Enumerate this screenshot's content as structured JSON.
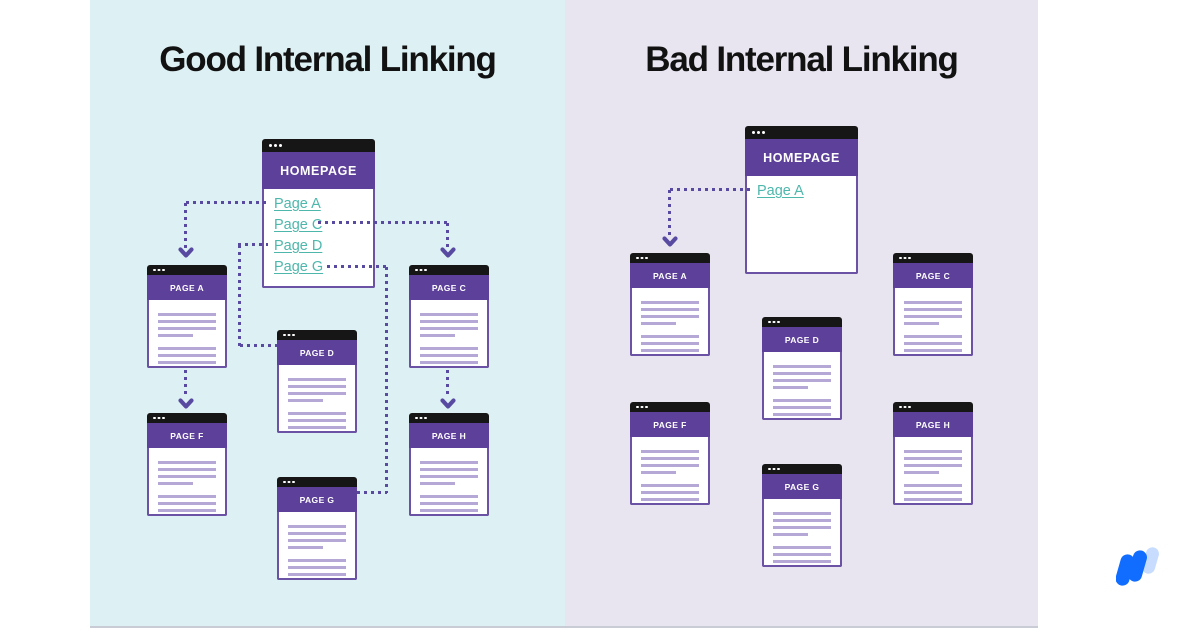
{
  "panels": {
    "good": {
      "title": "Good Internal Linking",
      "homepage": {
        "title": "HOMEPAGE",
        "links": [
          "Page A",
          "Page C",
          "Page D",
          "Page G"
        ]
      },
      "pages": [
        {
          "title": "PAGE A"
        },
        {
          "title": "PAGE C"
        },
        {
          "title": "PAGE D"
        },
        {
          "title": "PAGE F"
        },
        {
          "title": "PAGE H"
        },
        {
          "title": "PAGE G"
        }
      ],
      "connections": [
        {
          "from": "HOMEPAGE",
          "to": "PAGE A"
        },
        {
          "from": "HOMEPAGE",
          "to": "PAGE C"
        },
        {
          "from": "HOMEPAGE",
          "to": "PAGE D"
        },
        {
          "from": "HOMEPAGE",
          "to": "PAGE G"
        },
        {
          "from": "PAGE A",
          "to": "PAGE F"
        },
        {
          "from": "PAGE C",
          "to": "PAGE H"
        }
      ]
    },
    "bad": {
      "title": "Bad Internal Linking",
      "homepage": {
        "title": "HOMEPAGE",
        "links": [
          "Page A"
        ]
      },
      "pages": [
        {
          "title": "PAGE A"
        },
        {
          "title": "PAGE C"
        },
        {
          "title": "PAGE D"
        },
        {
          "title": "PAGE F"
        },
        {
          "title": "PAGE H"
        },
        {
          "title": "PAGE G"
        }
      ],
      "connections": [
        {
          "from": "HOMEPAGE",
          "to": "PAGE A"
        }
      ]
    }
  },
  "branding": {
    "logo": "wix-logo"
  },
  "colors": {
    "good_background": "#ddf0f3",
    "bad_background": "#e8e5f1",
    "window_header_purple": "#5d4099",
    "window_border_purple": "#6b52a4",
    "connector_purple": "#584aa1",
    "link_teal": "#4db7ac",
    "titlebar_black": "#161616",
    "placeholder_line": "#b5a7d6",
    "logo_blue": "#116dff",
    "logo_light_blue": "#c7dcff"
  }
}
